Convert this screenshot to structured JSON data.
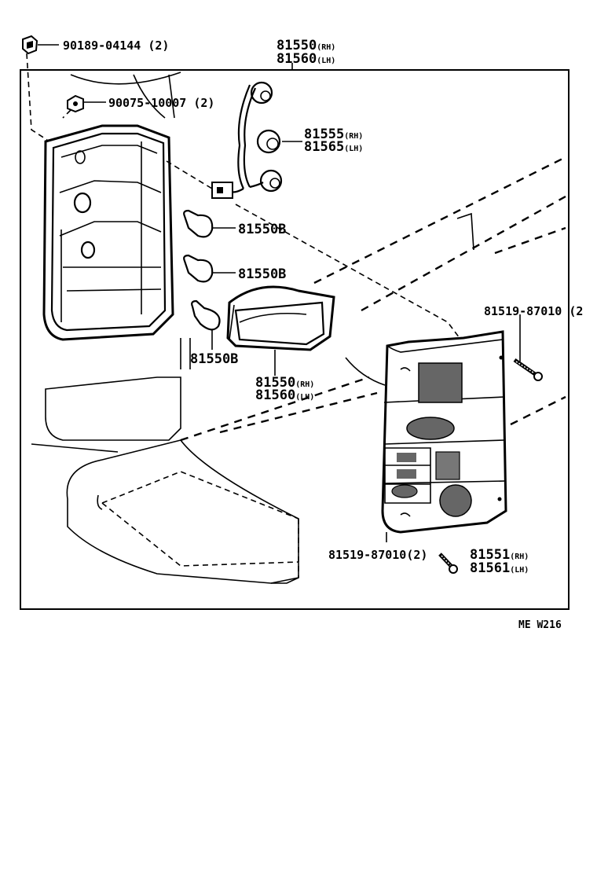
{
  "parts": {
    "clip": {
      "number": "90189-04144",
      "qty": "(2)"
    },
    "nut": {
      "number": "90075-10007",
      "qty": "(2)"
    },
    "assy_rh": {
      "number": "81550",
      "side": "(RH)"
    },
    "assy_lh": {
      "number": "81560",
      "side": "(LH)"
    },
    "socket_rh": {
      "number": "81555",
      "side": "(RH)"
    },
    "socket_lh": {
      "number": "81565",
      "side": "(LH)"
    },
    "bulb_1": {
      "number": "81550B"
    },
    "bulb_2": {
      "number": "81550B"
    },
    "bulb_3": {
      "number": "81550B"
    },
    "body_rh": {
      "number": "81550",
      "side": "(RH)"
    },
    "body_lh": {
      "number": "81560",
      "side": "(LH)"
    },
    "screw_top": {
      "number": "81519-87010",
      "qty": "(2"
    },
    "screw_bottom": {
      "number": "81519-87010",
      "qty": "(2)"
    },
    "lens_rh": {
      "number": "81551",
      "side": "(RH)"
    },
    "lens_lh": {
      "number": "81561",
      "side": "(LH)"
    }
  },
  "reference_code": "ME W216"
}
